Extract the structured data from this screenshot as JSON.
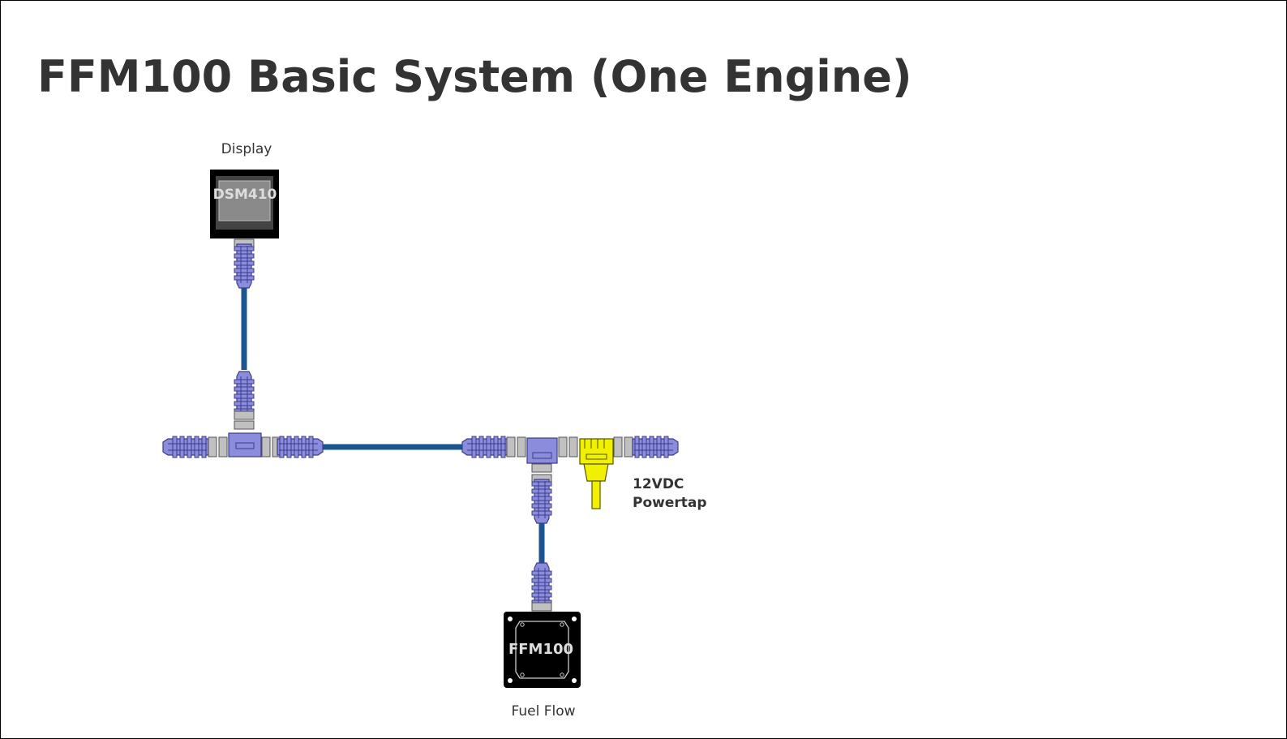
{
  "title": "FFM100 Basic System (One Engine)",
  "display": {
    "caption": "Display",
    "model": "DSM410"
  },
  "sensor": {
    "caption": "Fuel Flow",
    "model": "FFM100"
  },
  "powertap": {
    "line1": "12VDC",
    "line2": "Powertap"
  },
  "colors": {
    "cable": "#1a5590",
    "connector": "#8c8cdc",
    "connector_stroke": "#3c3c8c",
    "ring": "#c0c0c0",
    "powertap": "#f0f000",
    "device": "#000000",
    "text": "#333333"
  }
}
